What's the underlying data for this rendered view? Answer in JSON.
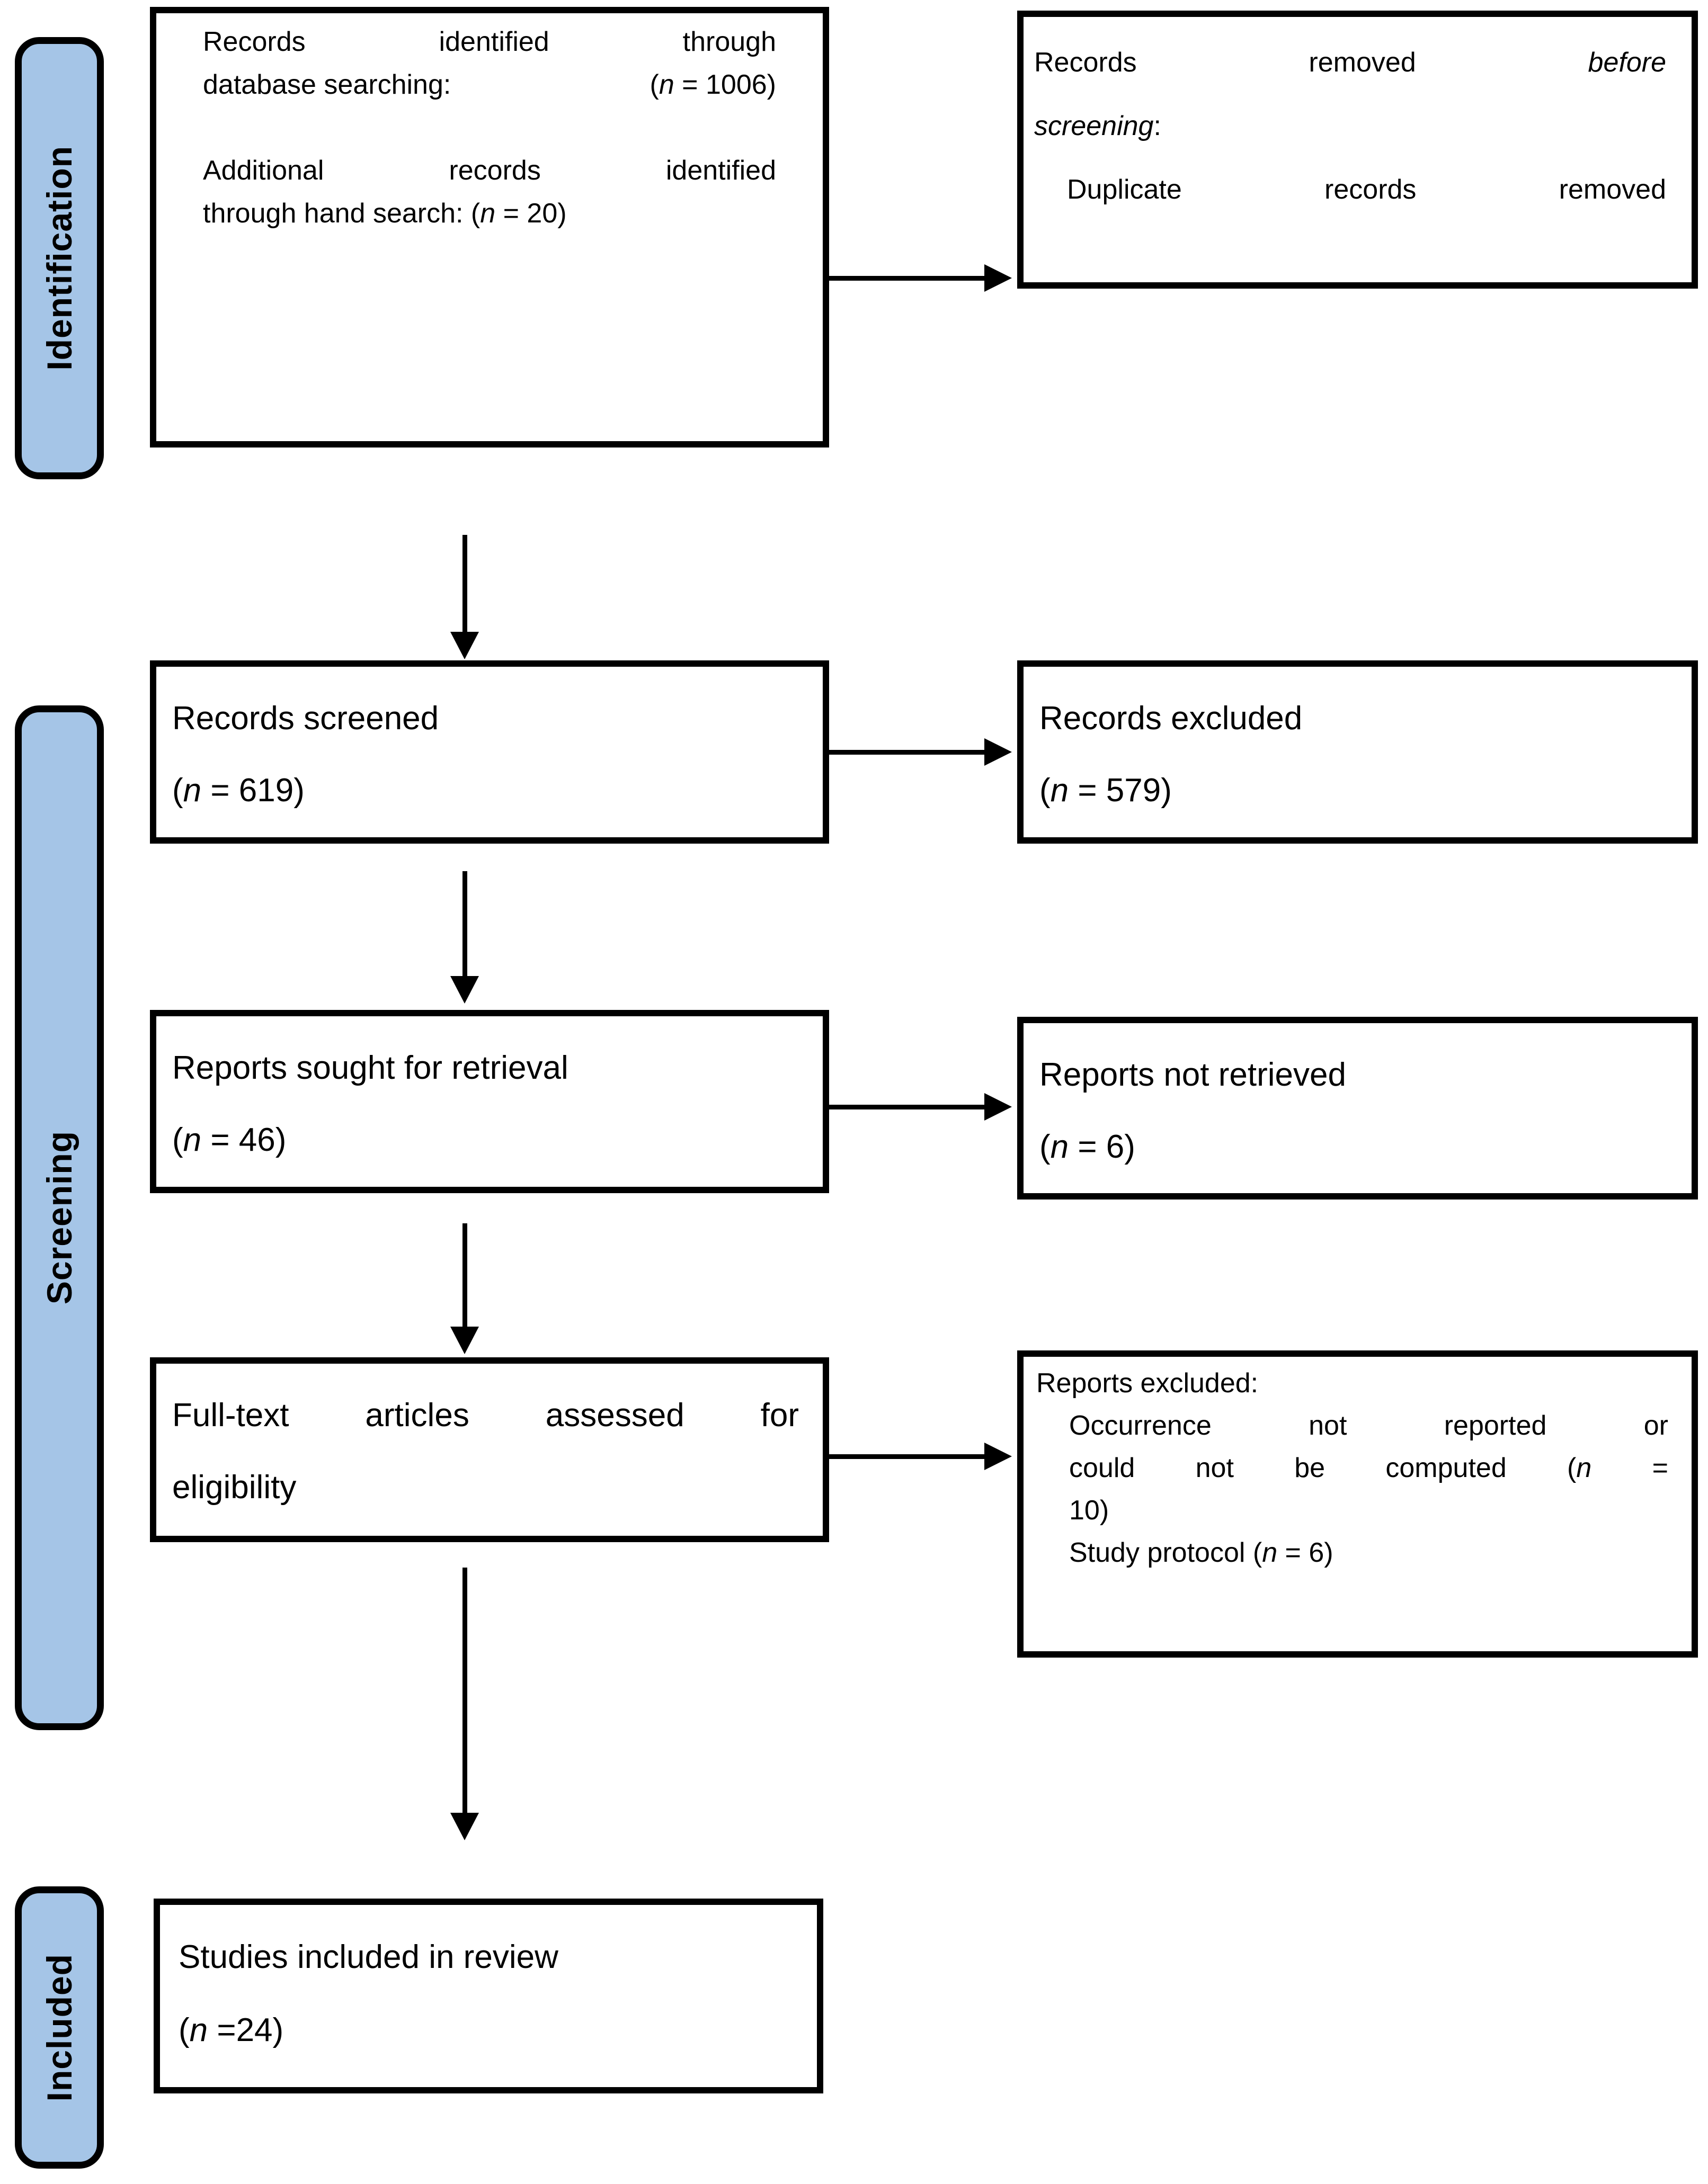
{
  "figure": {
    "type": "prisma-flow-diagram",
    "colors": {
      "stage_fill": "#A5C5E7",
      "stage_border": "#000000",
      "box_fill": "#FFFFFF",
      "box_border": "#000000",
      "arrow": "#000000",
      "text": "#000000"
    },
    "stages": [
      {
        "label": "Identification"
      },
      {
        "label": "Screening"
      },
      {
        "label": "Included"
      }
    ],
    "boxes": {
      "identified": {
        "line1": "Records identified through",
        "line2_left": "database searching:",
        "line2_count": "(*n* = 1006)",
        "line3": "Additional records identified",
        "line4": "through hand search: (*n* = 20)"
      },
      "removed": {
        "line1": "Records removed *before*",
        "line2": "*screening*:",
        "line3": "Duplicate records removed"
      },
      "screened": {
        "line1": "Records screened",
        "count": "(*n* = 619)"
      },
      "records_excluded": {
        "line1": "Records excluded",
        "count": "(*n* = 579)"
      },
      "sought": {
        "line1": "Reports sought for retrieval",
        "count": "(*n* = 46)"
      },
      "not_retrieved": {
        "line1": "Reports not retrieved",
        "count": "(*n* = 6)"
      },
      "assessed": {
        "line1": "Full-text articles assessed for",
        "line2": "eligibility"
      },
      "reports_excluded": {
        "line1": "Reports excluded:",
        "line2": "Occurrence not reported or",
        "line3": "could not be computed (*n* =",
        "line4": "10)",
        "line5": "Study protocol (*n* = 6)"
      },
      "included_studies": {
        "line1": "Studies included in review",
        "count": "(*n* =24)"
      }
    }
  }
}
